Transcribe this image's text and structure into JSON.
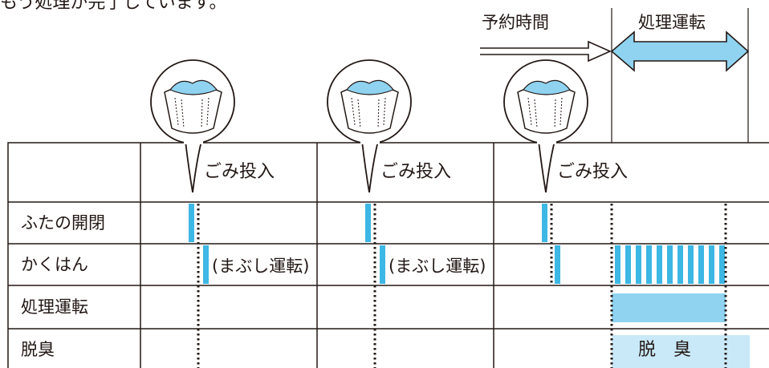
{
  "top_note": "もう処理が完了しています。",
  "timeline": {
    "reservation_label": "予約時間",
    "processing_label": "処理運転"
  },
  "steps": [
    {
      "label": "ごみ投入"
    },
    {
      "label": "ごみ投入"
    },
    {
      "label": "ごみ投入"
    }
  ],
  "rows": [
    {
      "label": "ふたの開閉"
    },
    {
      "label": "かくはん"
    },
    {
      "label": "処理運転"
    },
    {
      "label": "脱臭"
    }
  ],
  "stir_notes": [
    "(まぶし運転)",
    "(まぶし運転)"
  ],
  "deodorize_label": "脱　臭",
  "colors": {
    "line": "#231815",
    "accent": "#3db7e4",
    "accent_light": "#8fd3f1",
    "accent_pale": "#c9e9f8"
  }
}
